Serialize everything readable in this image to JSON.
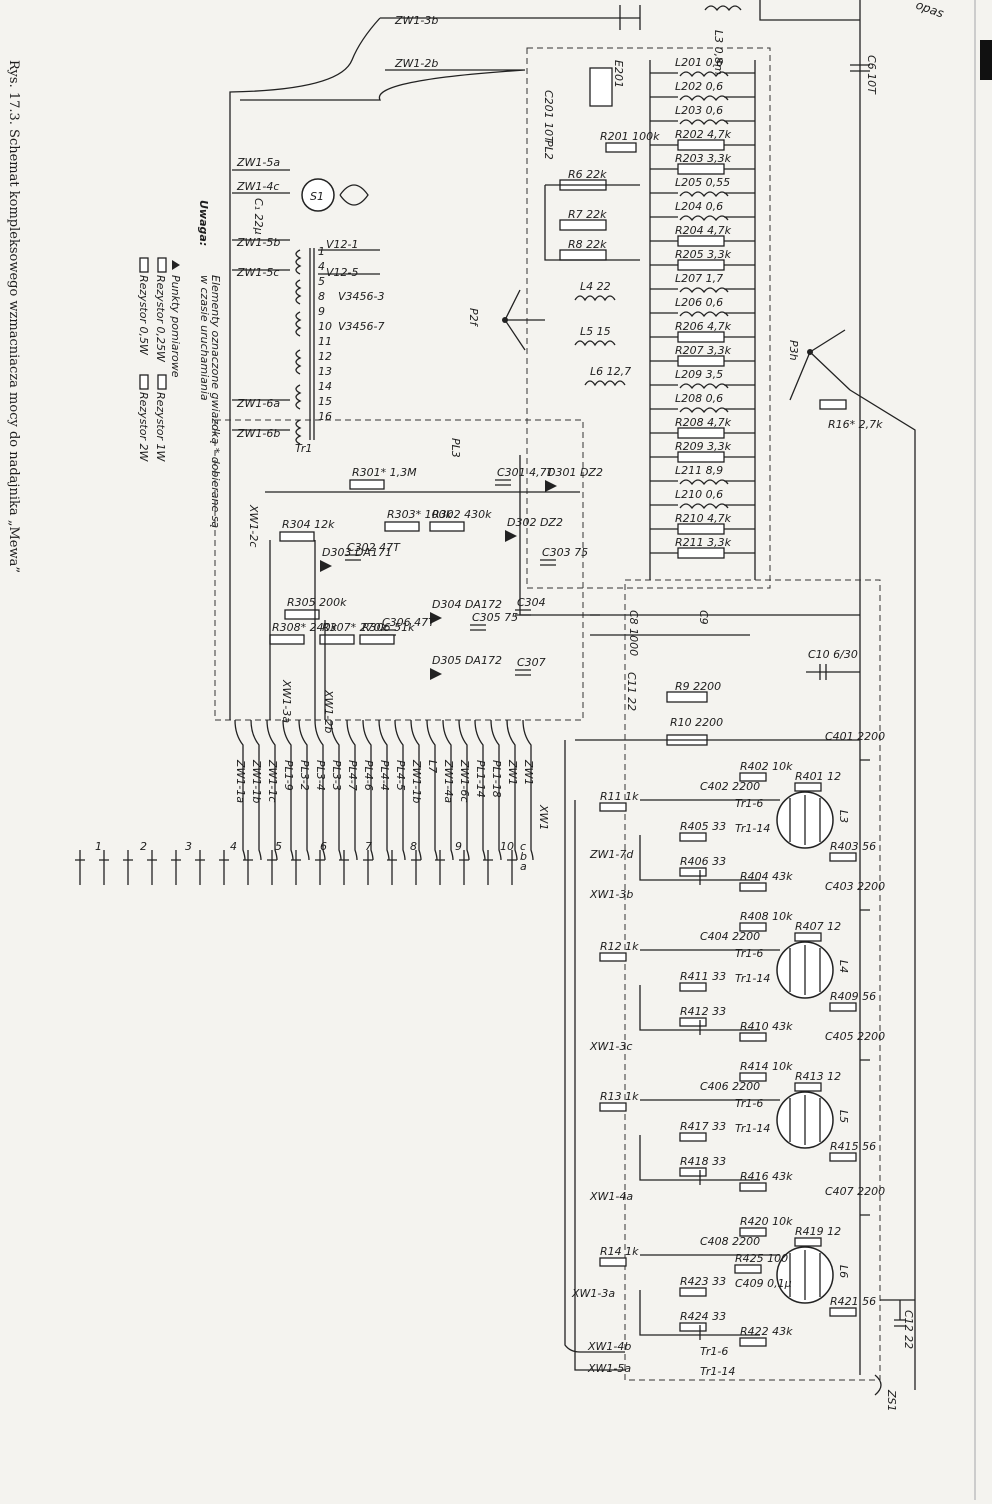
{
  "caption": "Rys. 17.3. Schemat kompleksowego wzmacniacza mocy do nadajnika „Mewa”",
  "corner_note": "opas",
  "note": {
    "title": "Uwaga:",
    "lines": [
      "Elementy oznaczone gwiazdką * dobierane są",
      "w czasie uruchamiania"
    ],
    "legend": [
      {
        "symbol": "triangle",
        "text": "Punkty pomiarowe"
      },
      {
        "symbol": "r025",
        "text": "Rezystor 0,25W"
      },
      {
        "symbol": "r1",
        "text": "Rezystor 1W"
      },
      {
        "symbol": "r05",
        "text": "Rezystor 0,5W"
      },
      {
        "symbol": "r2",
        "text": "Rezystor 2W"
      }
    ]
  },
  "wire_labels": [
    "ZW1-3b",
    "ZW1-2b",
    "ZW1-5a",
    "ZW1-4c",
    "ZW1-5b",
    "ZW1-5c",
    "ZW1-6a",
    "ZW1-6b",
    "XW1-2c",
    "XW1-2b",
    "XW1-3a",
    "ZW1-7d",
    "XW1-3b",
    "XW1-3c",
    "XW1-4a",
    "XW1-3a",
    "XW1-4b",
    "XW1-5a"
  ],
  "transformer": {
    "name": "Tr1",
    "taps": [
      "V12-1",
      "V12-5",
      "V3456-3",
      "V3456-7"
    ],
    "pins": [
      "1",
      "4",
      "5",
      "8",
      "9",
      "10",
      "11",
      "12",
      "13",
      "14",
      "15",
      "16"
    ]
  },
  "fan": {
    "label": "S1",
    "cap": "C₁ 22µ"
  },
  "pl2": {
    "name": "PL2",
    "items": [
      "C201 10T",
      "E201",
      "R201 100k",
      "L201 0,6",
      "L202 0,6",
      "L203 0,6",
      "R202 4,7k",
      "R203 3,3k",
      "L205 0,55",
      "L204 0,6",
      "R204 4,7k",
      "R205 3,3k",
      "L207 1,7",
      "L206 0,6",
      "R206 4,7k",
      "R207 3,3k",
      "L209 3,5",
      "L208 0,6",
      "R208 4,7k",
      "R209 3,3k",
      "L211 8,9",
      "L210 0,6",
      "R210 4,7k",
      "R211 3,3k"
    ]
  },
  "switch_p2": {
    "name": "P2f",
    "items": [
      "R6 22k",
      "R7 22k",
      "R8 22k",
      "L4 22",
      "L5 15",
      "L6 12,7"
    ]
  },
  "switch_p3": {
    "name": "P3h",
    "items": [
      "R16* 2,7k"
    ]
  },
  "pl3": {
    "name": "PL3",
    "items": [
      "R301* 1,3M",
      "C301 4,7T",
      "D301 DZ2",
      "D302 DZ2",
      "R302 430k",
      "R303* 100k",
      "R304 12k",
      "D303 DA171",
      "C302 47T",
      "C303 75",
      "R305 200k",
      "D304 DA172",
      "D305 DA172",
      "C305 75",
      "C306 47T",
      "C304",
      "C307",
      "R306 51k",
      "R307* 270k",
      "R308* 240k"
    ]
  },
  "misc": [
    "L3 0,8m",
    "C6 10T",
    "C8 1000",
    "C9",
    "C10 6/30",
    "R9 2200",
    "R10 2200",
    "C11 22",
    "C12 22",
    "ZS1"
  ],
  "stages": [
    {
      "tube": "L3",
      "parts": [
        "R401 12",
        "C401 2200",
        "C402 2200",
        "R402 10k",
        "R403 56",
        "R405 33",
        "R406 33",
        "R404 43k",
        "R11 1k",
        "Tr1-6",
        "Tr1-14"
      ]
    },
    {
      "tube": "L4",
      "parts": [
        "R407 12",
        "C403 2200",
        "C404 2200",
        "R408 10k",
        "R409 56",
        "R411 33",
        "R412 33",
        "R410 43k",
        "R12 1k",
        "Tr1-6",
        "Tr1-14"
      ]
    },
    {
      "tube": "L5",
      "parts": [
        "R413 12",
        "C405 2200",
        "C406 2200",
        "R414 10k",
        "R415 56",
        "R417 33",
        "R418 33",
        "R416 43k",
        "R13 1k",
        "Tr1-6",
        "Tr1-14"
      ]
    },
    {
      "tube": "L6",
      "parts": [
        "R419 12",
        "C407 2200",
        "C408 2200",
        "R420 10k",
        "R421 56",
        "R423 33",
        "R424 33",
        "R422 43k",
        "R14 1k",
        "R425 100",
        "C409 0,1µ",
        "Tr1-6",
        "Tr1-14"
      ]
    }
  ],
  "connector": {
    "name": "XW1",
    "cols": [
      "c",
      "b",
      "a"
    ],
    "wires": [
      "ZW1-1a",
      "ZW1-1b",
      "ZW1-1c",
      "PL1-9",
      "PL3-2",
      "PL3-4",
      "PL3-3",
      "PL4-7",
      "PL4-6",
      "PL4-4",
      "PL4-5",
      "ZW1-1b",
      "L7",
      "ZW1-4a",
      "ZW1-6c",
      "PL1-14",
      "PL1-18",
      "ZW1",
      "ZW1"
    ],
    "pins": [
      "1",
      "2",
      "3",
      "4",
      "5",
      "6",
      "7",
      "8",
      "9",
      "10"
    ]
  }
}
